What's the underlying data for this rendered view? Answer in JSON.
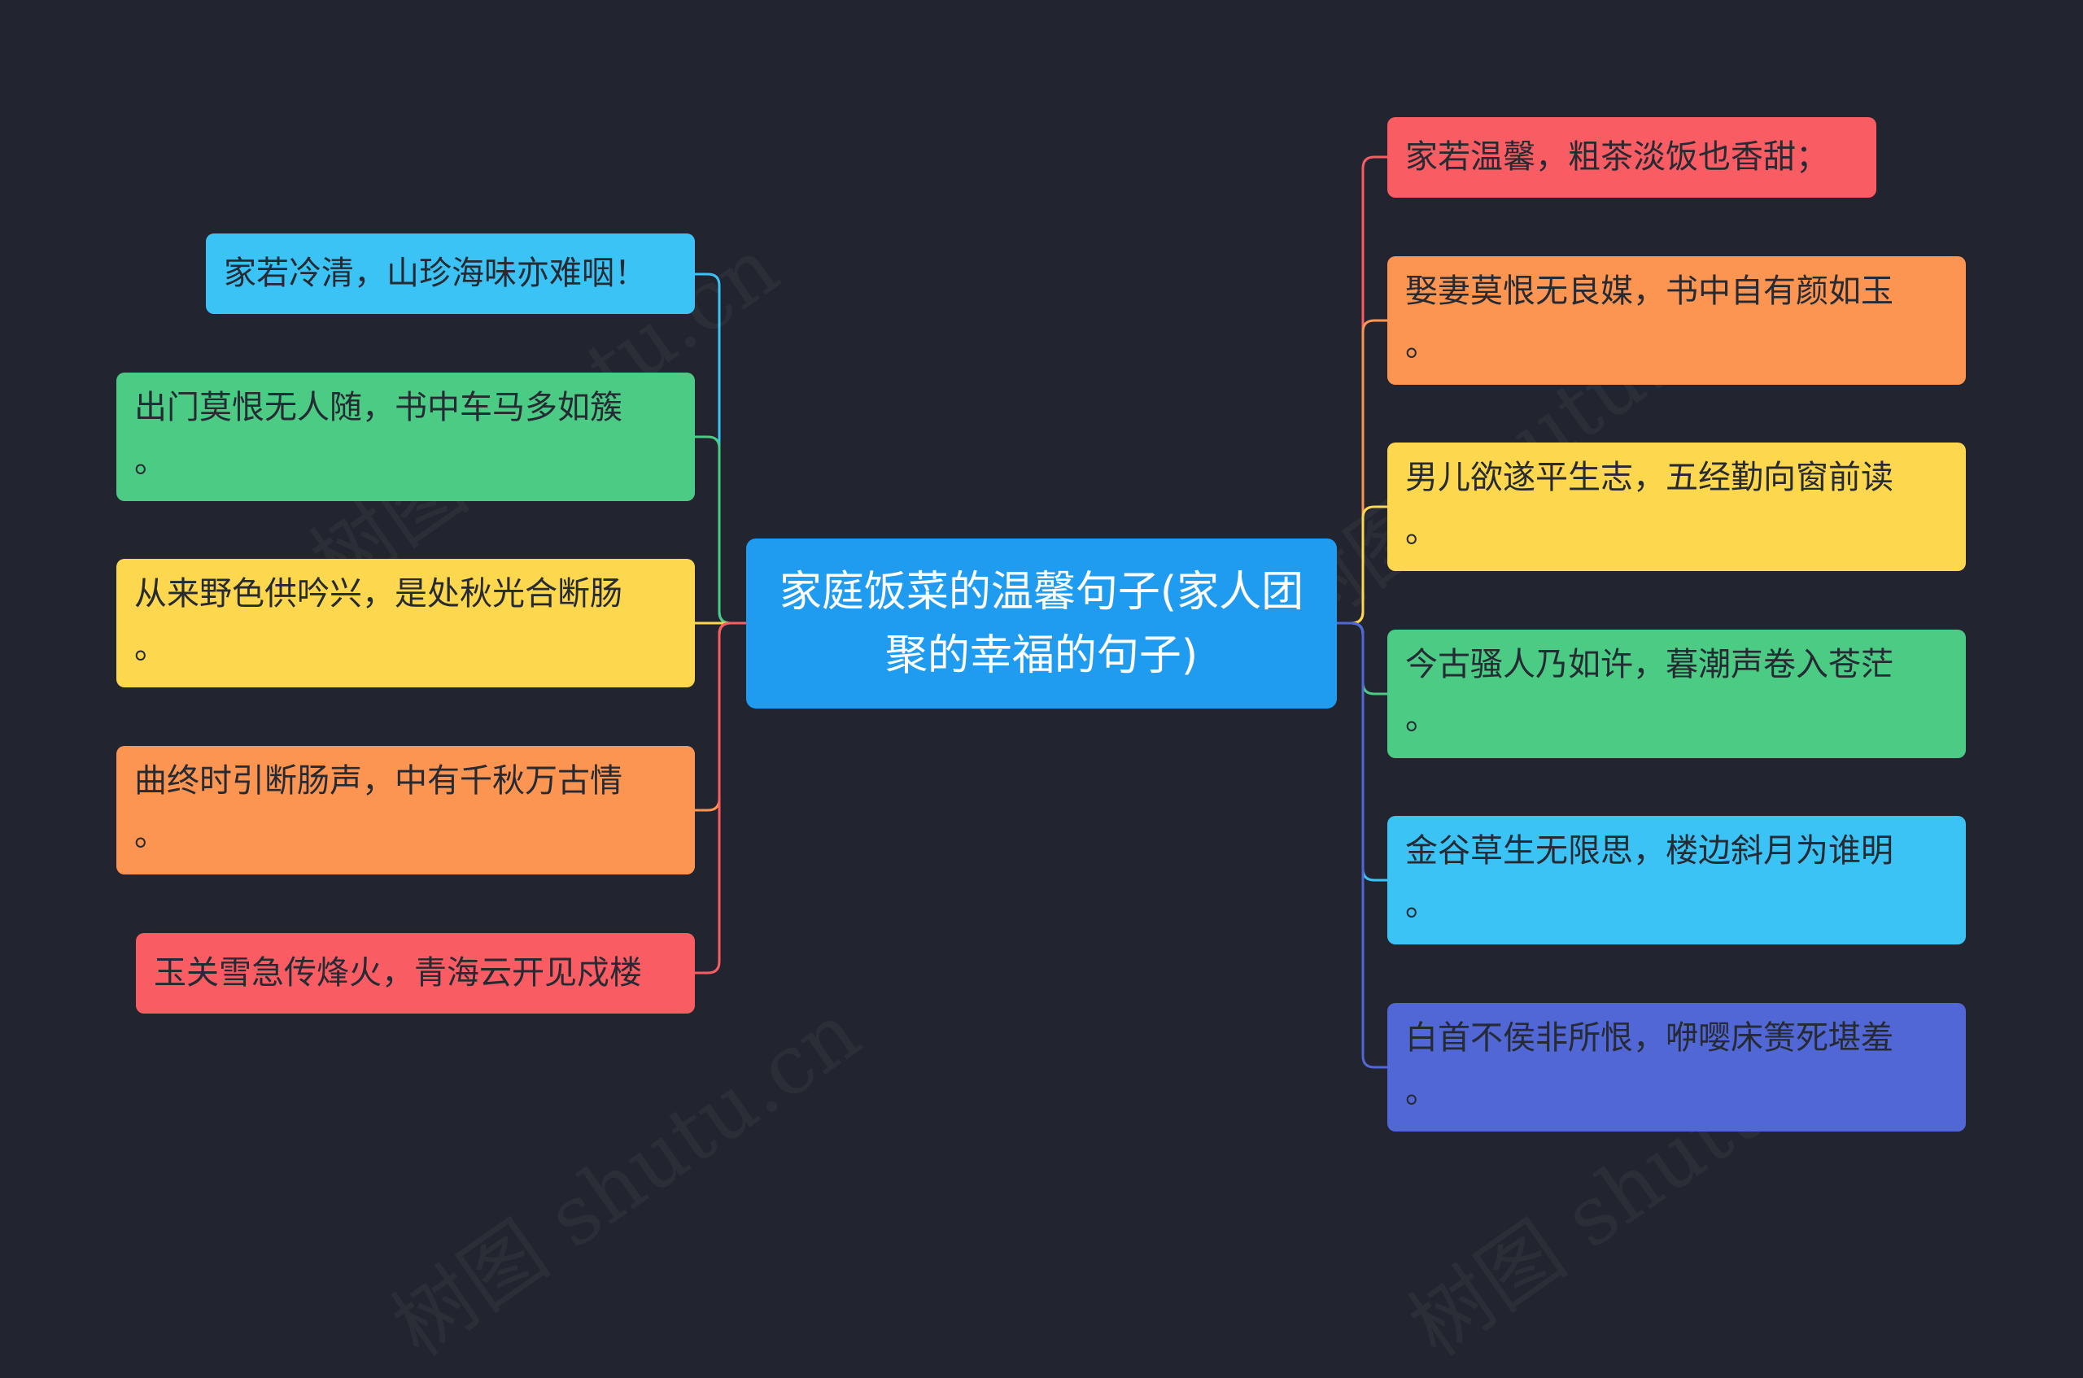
{
  "root": {
    "label": "家庭饭菜的温馨句子(家人团聚的幸福的句子)"
  },
  "left_branches": [
    {
      "text": "家若冷清，山珍海味亦难咽！",
      "color": "#3cc3f6"
    },
    {
      "text": "出门莫恨无人随，书中车马多如簇\n。",
      "color": "#4ccb85"
    },
    {
      "text": "从来野色供吟兴，是处秋光合断肠\n。",
      "color": "#fdd74e"
    },
    {
      "text": "曲终时引断肠声，中有千秋万古情\n。",
      "color": "#fd9552"
    },
    {
      "text": "玉关雪急传烽火，青海云开见戍楼",
      "color": "#f95c63"
    }
  ],
  "right_branches": [
    {
      "text": "家若温馨，粗茶淡饭也香甜；",
      "color": "#f95c63"
    },
    {
      "text": "娶妻莫恨无良媒，书中自有颜如玉\n。",
      "color": "#fd9552"
    },
    {
      "text": "男儿欲遂平生志，五经勤向窗前读\n。",
      "color": "#fdd74e"
    },
    {
      "text": "今古骚人乃如许，暮潮声卷入苍茫\n。",
      "color": "#4ccb85"
    },
    {
      "text": "金谷草生无限思，楼边斜月为谁明\n。",
      "color": "#3cc3f6"
    },
    {
      "text": "白首不侯非所恨，咿嘤床箦死堪羞\n。",
      "color": "#5167d6"
    }
  ],
  "watermark": "树图 shutu.cn"
}
